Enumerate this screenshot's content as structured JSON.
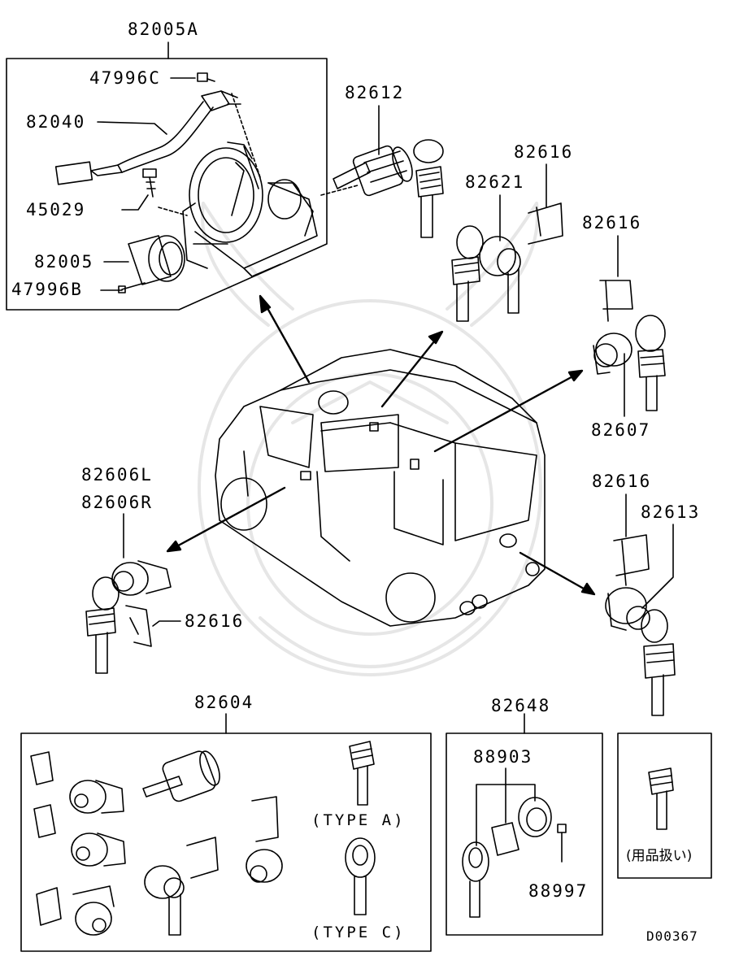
{
  "diagram": {
    "code": "D00367",
    "labels": {
      "assy_main": "82005A",
      "screw_c": "47996C",
      "harness": "82040",
      "bolt": "45029",
      "steering_lock": "82005",
      "screw_b": "47996B",
      "ignition_cyl": "82612",
      "clip_1": "82616",
      "glove_lock": "82621",
      "clip_2": "82616",
      "rear_lock": "82607",
      "front_door_l": "82606L",
      "front_door_r": "82606R",
      "clip_3": "82616",
      "clip_4": "82616",
      "tailgate_lock": "82613",
      "cylinder_set": "82604",
      "key_set": "82648",
      "key_blank": "88903",
      "key_screw": "88997"
    },
    "type_a": "(TYPE A)",
    "type_c": "(TYPE C)",
    "accessory": "(用品扱い)"
  }
}
